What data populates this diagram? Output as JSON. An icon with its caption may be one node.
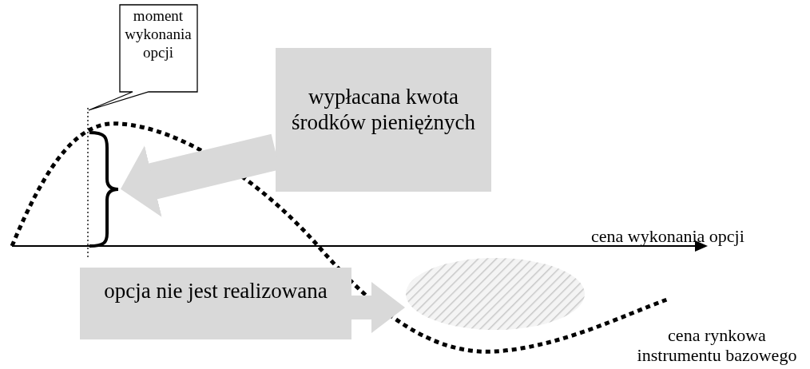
{
  "diagram": {
    "nodes": [
      {
        "text": [
          "moment wykonania opcji"
        ]
      },
      {
        "text": [
          "wypłacana kwota środków pieniężnych"
        ]
      },
      {
        "text": [],
        "shape": "bracket"
      },
      {
        "text": [
          "opcja nie jest realizowana"
        ]
      },
      {
        "text": [],
        "shape": "ellipse"
      }
    ],
    "edges": [
      {
        "from": 1,
        "to": 2,
        "arrow": "to"
      },
      {
        "from": 3,
        "to": 4,
        "arrow": "to"
      }
    ],
    "labels": [
      "cena wykonania opcji",
      "cena rynkowa instrumentu bazowego"
    ]
  }
}
